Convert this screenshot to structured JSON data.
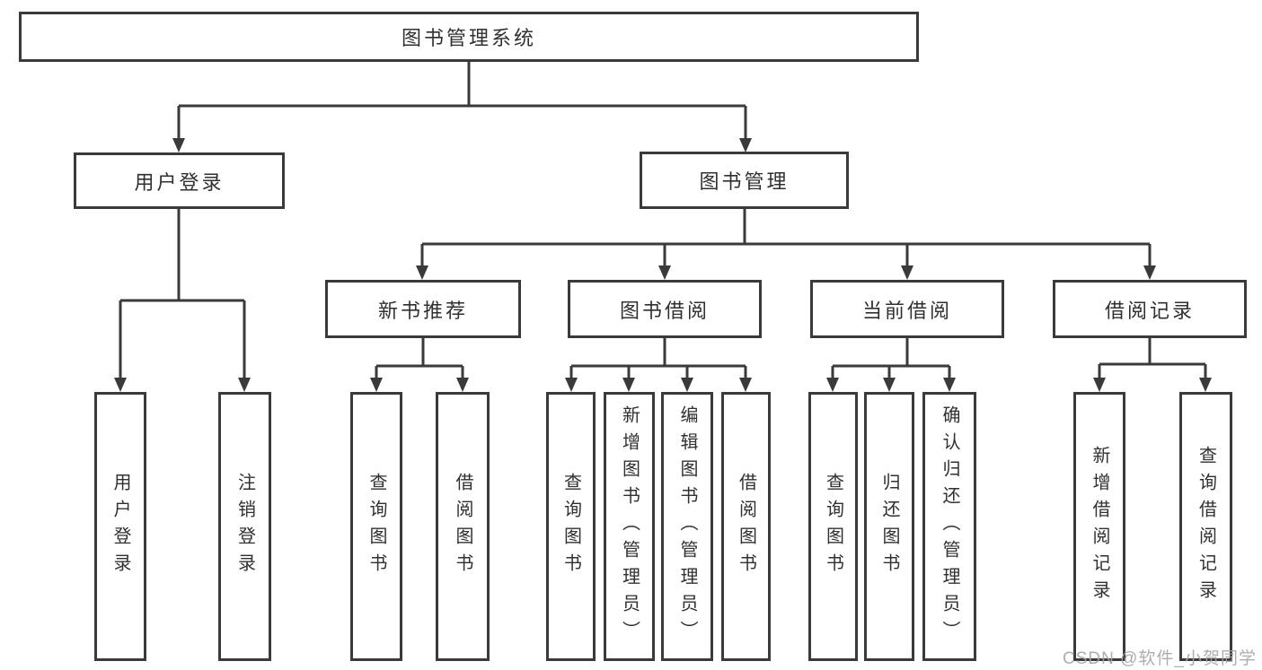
{
  "diagram": {
    "root": {
      "label": "图书管理系统"
    },
    "branches": [
      {
        "label": "用户登录",
        "children": [
          {
            "label": "用户登录"
          },
          {
            "label": "注销登录"
          }
        ]
      },
      {
        "label": "图书管理",
        "children": [
          {
            "label": "新书推荐",
            "children": [
              {
                "label": "查询图书"
              },
              {
                "label": "借阅图书"
              }
            ]
          },
          {
            "label": "图书借阅",
            "children": [
              {
                "label": "查询图书"
              },
              {
                "label": "新增图书（管理员）"
              },
              {
                "label": "编辑图书（管理员）"
              },
              {
                "label": "借阅图书"
              }
            ]
          },
          {
            "label": "当前借阅",
            "children": [
              {
                "label": "查询图书"
              },
              {
                "label": "归还图书"
              },
              {
                "label": "确认归还（管理员）"
              }
            ]
          },
          {
            "label": "借阅记录",
            "children": [
              {
                "label": "新增借阅记录"
              },
              {
                "label": "查询借阅记录"
              }
            ]
          }
        ]
      }
    ]
  },
  "watermark": {
    "text": "CSDN @软件_小贺同学"
  },
  "colors": {
    "line": "#3a3a3a",
    "text": "#303030",
    "background": "#ffffff",
    "watermark": "#a5a5a5"
  }
}
